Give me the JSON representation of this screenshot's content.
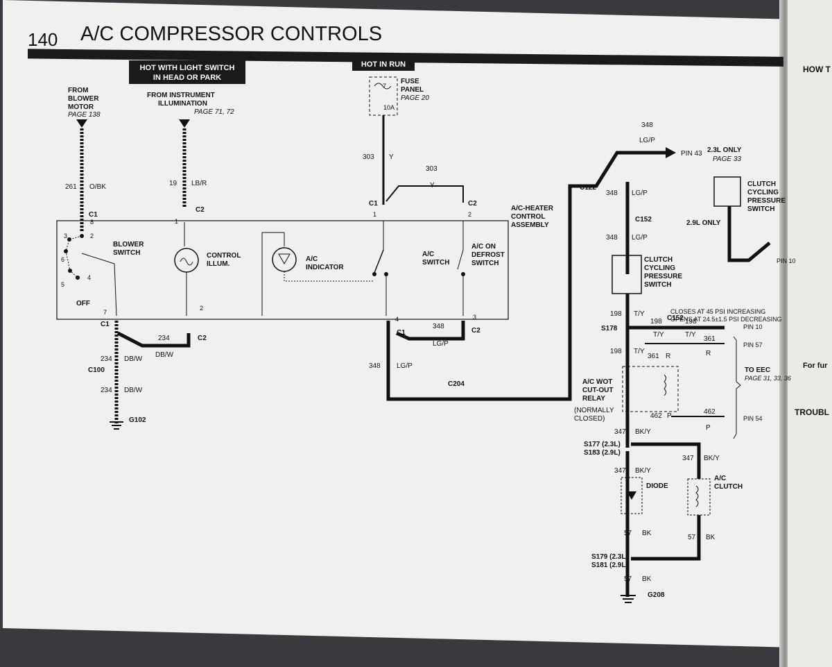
{
  "page": {
    "number": "140",
    "title": "A/C COMPRESSOR CONTROLS"
  },
  "labels": {
    "hot_light_1": "HOT WITH LIGHT SWITCH",
    "hot_light_2": "IN HEAD OR PARK",
    "hot_in_run": "HOT IN RUN",
    "from_blower_1": "FROM",
    "from_blower_2": "BLOWER",
    "from_blower_3": "MOTOR",
    "from_blower_page": "PAGE 138",
    "from_instr_1": "FROM INSTRUMENT",
    "from_instr_2": "ILLUMINATION",
    "from_instr_page": "PAGE 71, 72",
    "fuse_panel_1": "FUSE",
    "fuse_panel_2": "PANEL",
    "fuse_panel_page": "PAGE 20",
    "fuse_num": "7",
    "fuse_rating": "10A",
    "control_1": "A/C-HEATER",
    "control_2": "CONTROL",
    "control_3": "ASSEMBLY",
    "blower_sw_1": "BLOWER",
    "blower_sw_2": "SWITCH",
    "illum_1": "CONTROL",
    "illum_2": "ILLUM.",
    "ac_ind_1": "A/C",
    "ac_ind_2": "INDICATOR",
    "ac_sw_1": "A/C",
    "ac_sw_2": "SWITCH",
    "defrost_1": "A/C ON",
    "defrost_2": "DEFROST",
    "defrost_3": "SWITCH",
    "only23": "2.3L ONLY",
    "page33": "PAGE 33",
    "only29": "2.9L ONLY",
    "ccps_1": "CLUTCH",
    "ccps_2": "CYCLING",
    "ccps_3": "PRESSURE",
    "ccps_4": "SWITCH",
    "ccps_r1": "CLUTCH",
    "ccps_r2": "CYCLING",
    "ccps_r3": "PRESSURE",
    "ccps_r4": "SWITCH",
    "closes": "CLOSES AT 45 PSI INCREASING",
    "opens": "OPENS AT 24.5±1.5 PSI DECREASING",
    "to_eec": "TO EEC",
    "eec_pages": "PAGE 31, 33, 36",
    "wot_1": "A/C WOT",
    "wot_2": "CUT-OUT",
    "wot_3": "RELAY",
    "wot_4": "(NORMALLY",
    "wot_5": "CLOSED)",
    "diode": "DIODE",
    "ac_clutch_1": "A/C",
    "ac_clutch_2": "CLUTCH"
  },
  "blower": {
    "pos2": "2",
    "pos3": "3",
    "pos4": "4",
    "pos5": "5",
    "pos6": "6",
    "off": "OFF"
  },
  "wires": {
    "w261": "261",
    "w261_color": "O/BK",
    "w19": "19",
    "w19_color": "LB/R",
    "w303": "303",
    "w303_color": "Y",
    "w234": "234",
    "w234_color": "DB/W",
    "w348": "348",
    "w348_color": "LG/P",
    "w198": "198",
    "w198_color": "T/Y",
    "w361": "361",
    "w361_color": "R",
    "w462": "462",
    "w462_color": "P",
    "w347": "347",
    "w347_color": "BK/Y",
    "w57": "57",
    "w57_color": "BK"
  },
  "pins": {
    "p1": "1",
    "p2": "2",
    "p3": "3",
    "p4": "4",
    "p7": "7",
    "p8": "8",
    "pin43": "PIN 43",
    "pin10": "PIN 10",
    "pin57": "PIN 57",
    "pin54": "PIN 54"
  },
  "conn": {
    "c1": "C1",
    "c2": "C2",
    "c100": "C100",
    "c204": "C204",
    "c122": "C122",
    "c152": "C152"
  },
  "splices": {
    "s178": "S178",
    "s177": "S177 (2.3L)",
    "s183": "S183 (2.9L)",
    "s179": "S179 (2.3L)",
    "s181": "S181 (2.9L)"
  },
  "grounds": {
    "g102": "G102",
    "g208": "G208"
  },
  "facing": {
    "heading": "HOW T",
    "trouble": "TROUBL",
    "for_fur": "For fur"
  }
}
